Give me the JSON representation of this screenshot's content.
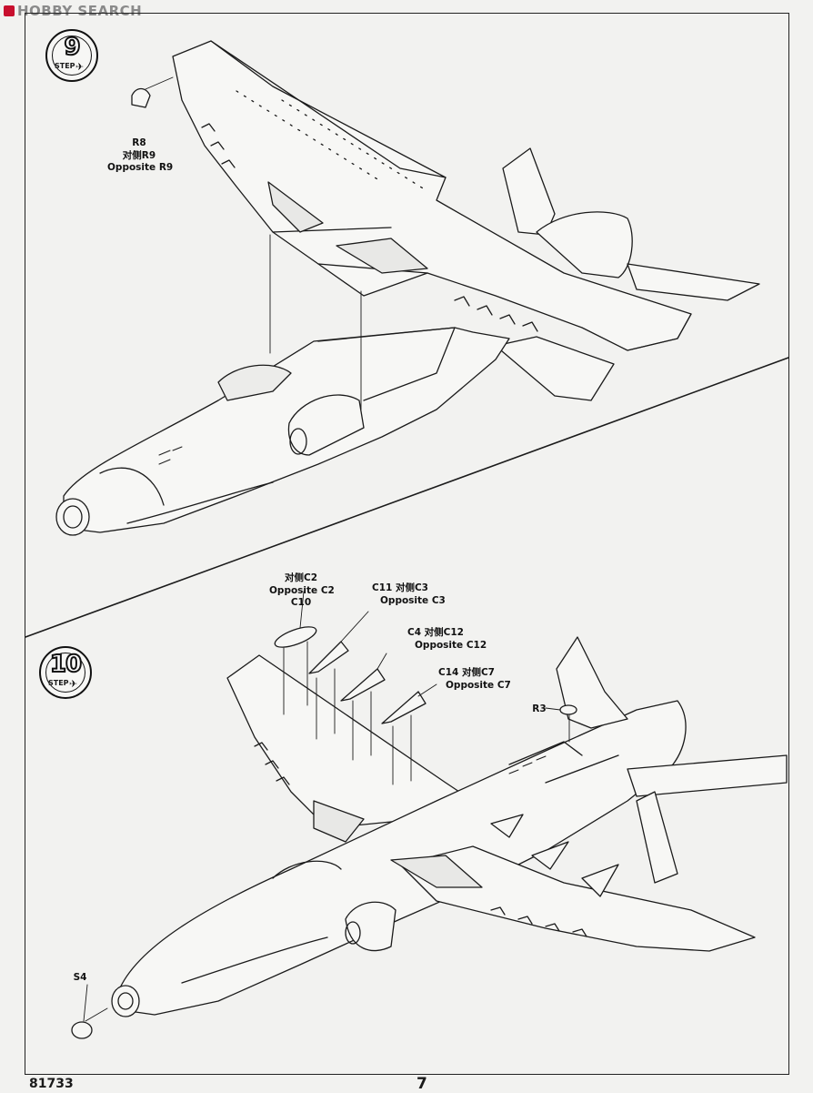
{
  "watermark": "HOBBY SEARCH",
  "steps": [
    {
      "number": "9",
      "word": "STEP"
    },
    {
      "number": "10",
      "word": "STEP"
    }
  ],
  "step9": {
    "callouts": [
      {
        "lines": [
          "R8",
          "对侧R9",
          "Opposite  R9"
        ]
      }
    ]
  },
  "step10": {
    "callouts": [
      {
        "lines": [
          "对侧C2",
          "Opposite  C2",
          "C10"
        ]
      },
      {
        "lines": [
          "C11 对侧C3",
          "Opposite  C3"
        ]
      },
      {
        "lines": [
          "C4 对侧C12",
          "Opposite  C12"
        ]
      },
      {
        "lines": [
          "C14 对侧C7",
          "Opposite  C7"
        ]
      },
      {
        "lines": [
          "R3"
        ]
      },
      {
        "lines": [
          "S4"
        ]
      }
    ]
  },
  "footer": {
    "product_code": "81733",
    "page_number": "7"
  }
}
